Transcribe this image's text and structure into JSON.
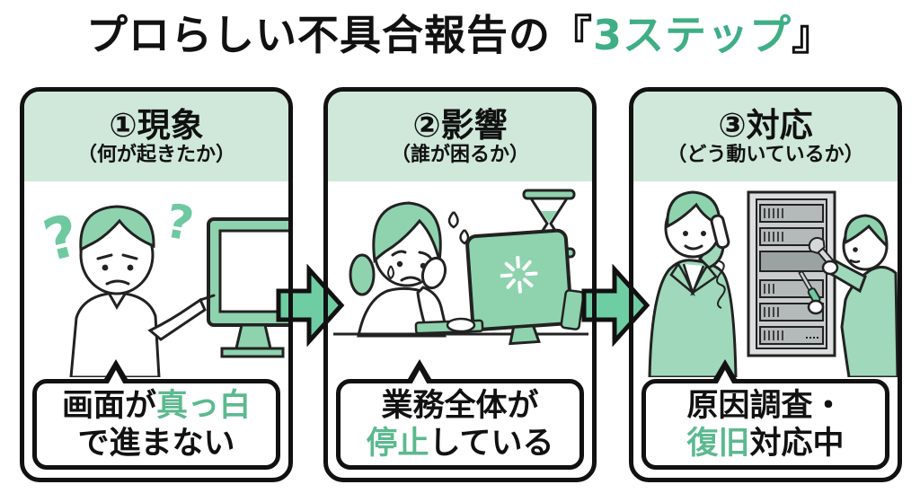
{
  "title": {
    "pre": "プロらしい不具合報告の",
    "bracket_open": "『",
    "highlight": "3ステップ",
    "bracket_close": "』"
  },
  "colors": {
    "accent_green": "#3fae86",
    "header_bg": "#cfe8da",
    "arrow_green": "#6fcda3",
    "bubble_highlight_green": "#5cb98f",
    "illustration_green": "#8ed3ae",
    "outline_black": "#111111",
    "server_gray": "#c9cdcd"
  },
  "panels": [
    {
      "step_title": "①現象",
      "step_subtitle": "（何が起きたか）",
      "illustration": "confused-man-pointing-at-blank-monitor",
      "bubble": {
        "line1_black": "画面が",
        "line1_green": "真っ白",
        "line2_black": "で進まない"
      }
    },
    {
      "step_title": "②影響",
      "step_subtitle": "（誰が困るか）",
      "illustration": "worried-woman-at-frozen-computer-with-hourglass",
      "bubble": {
        "line1_black": "業務全体が",
        "line2_green": "停止",
        "line2_black": "している"
      }
    },
    {
      "step_title": "③対応",
      "step_subtitle": "（どう動いているか）",
      "illustration": "man-on-phone-and-technician-repairing-server-rack",
      "bubble": {
        "line1_black": "原因調査・",
        "line2_green": "復旧",
        "line2_black": "対応中"
      }
    }
  ]
}
